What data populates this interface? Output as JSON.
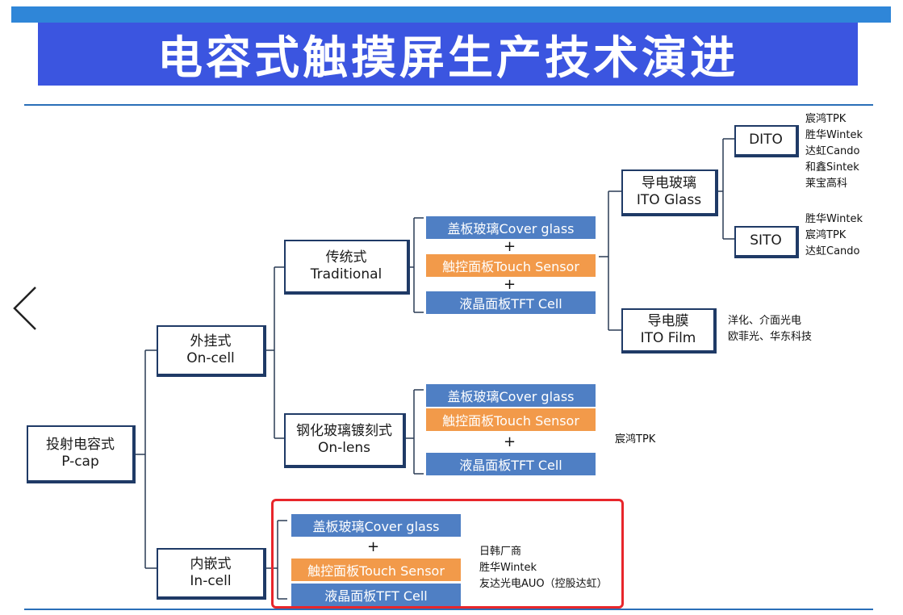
{
  "title": "电容式触摸屏生产技术演进",
  "colors": {
    "header_blue": "#3b55e0",
    "layer_blue": "#4f7fc4",
    "layer_orange": "#f29a4a",
    "highlight_red": "#e8262b"
  },
  "icons": {
    "nav": "chevron-left-icon"
  },
  "root": {
    "zh": "投射电容式",
    "en": "P-cap"
  },
  "on_cell": {
    "zh": "外挂式",
    "en": "On-cell"
  },
  "in_cell": {
    "zh": "内嵌式",
    "en": "In-cell"
  },
  "traditional": {
    "zh": "传统式",
    "en": "Traditional"
  },
  "on_lens": {
    "zh": "钢化玻璃镀刻式",
    "en": "On-lens"
  },
  "ito_glass": {
    "zh": "导电玻璃",
    "en": "ITO Glass"
  },
  "ito_film": {
    "zh": "导电膜",
    "en": "ITO Film"
  },
  "dito": {
    "label": "DITO",
    "makers": [
      "宸鸿TPK",
      "胜华Wintek",
      "达虹Cando",
      "和鑫Sintek",
      "莱宝高科"
    ]
  },
  "sito": {
    "label": "SITO",
    "makers": [
      "胜华Wintek",
      "宸鸿TPK",
      "达虹Cando"
    ]
  },
  "ito_film_makers": [
    "洋化、介面光电",
    "欧菲光、华东科技"
  ],
  "on_lens_makers": [
    "宸鸿TPK"
  ],
  "in_cell_makers": [
    "日韩厂商",
    "胜华Wintek",
    "友达光电AUO（控股达虹）"
  ],
  "layers": {
    "cover_glass": "盖板玻璃Cover glass",
    "touch_sensor": "触控面板Touch Sensor",
    "tft_cell": "液晶面板TFT Cell",
    "plus": "+"
  }
}
